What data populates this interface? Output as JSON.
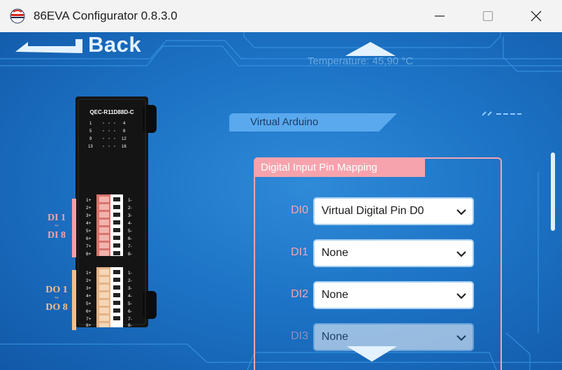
{
  "window": {
    "title": "86EVA Configurator 0.8.3.0"
  },
  "nav": {
    "back_label": "Back"
  },
  "status": {
    "temperature": "Temperature: 45,90 °C"
  },
  "device": {
    "model": "QEC-R11D88D-C",
    "di_label_top": "DI 1",
    "di_label_tilde": "~",
    "di_label_bottom": "DI 8",
    "do_label_top": "DO 1",
    "do_label_tilde": "~",
    "do_label_bottom": "DO 8",
    "led_numbers": [
      "1",
      "4",
      "5",
      "8",
      "9",
      "12",
      "13",
      "16"
    ],
    "di_terminals_left": [
      "1+",
      "2+",
      "3+",
      "4+",
      "5+",
      "6+",
      "7+",
      "8+"
    ],
    "di_terminals_right": [
      "1-",
      "2-",
      "3-",
      "4-",
      "5-",
      "6-",
      "7-",
      "8-"
    ],
    "do_terminals_left": [
      "1+",
      "2+",
      "3+",
      "4+",
      "5+",
      "6+",
      "7+",
      "8+"
    ],
    "do_terminals_right": [
      "1-",
      "2-",
      "3-",
      "4-",
      "5-",
      "6-",
      "7-",
      "8-"
    ]
  },
  "section": {
    "title": "Virtual Arduino"
  },
  "pin_mapping": {
    "title": "Digital Input Pin Mapping",
    "rows": [
      {
        "label": "DI0",
        "value": "Virtual Digital Pin D0"
      },
      {
        "label": "DI1",
        "value": "None"
      },
      {
        "label": "DI2",
        "value": "None"
      },
      {
        "label": "DI3",
        "value": "None"
      }
    ]
  },
  "colors": {
    "background": "#1d74c6",
    "accent_pink": "#f7a3ad",
    "accent_orange": "#f2c08e",
    "section_blue": "#5aa9ee"
  },
  "icons": [
    "app-logo-icon",
    "minimize-icon",
    "maximize-icon",
    "close-icon",
    "back-arrow-icon",
    "chevron-up-icon",
    "chevron-down-icon"
  ]
}
